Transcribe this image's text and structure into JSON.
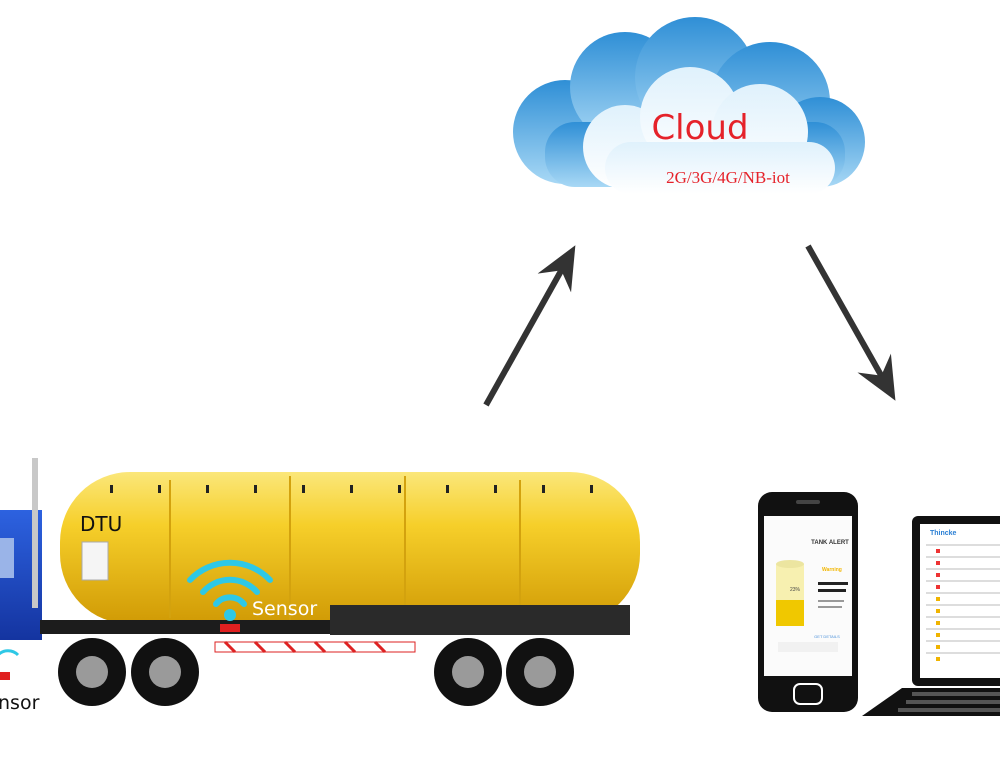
{
  "cloud": {
    "title": "Cloud",
    "subtitle": "2G/3G/4G/NB-iot"
  },
  "truck": {
    "dtu_label": "DTU",
    "sensor_label": "Sensor",
    "sensor_cut_label": "nsor"
  },
  "phone": {
    "title": "TANK ALERT",
    "warning": "Warning",
    "percent": "23%",
    "button": "GET DETAILS"
  },
  "laptop": {
    "app_title": "Thincke"
  },
  "colors": {
    "cloud_text": "#e5222a",
    "tank": "#f2c21a",
    "cab": "#1f4fd0",
    "wifi": "#2ec8e6",
    "arrow": "#333333"
  }
}
